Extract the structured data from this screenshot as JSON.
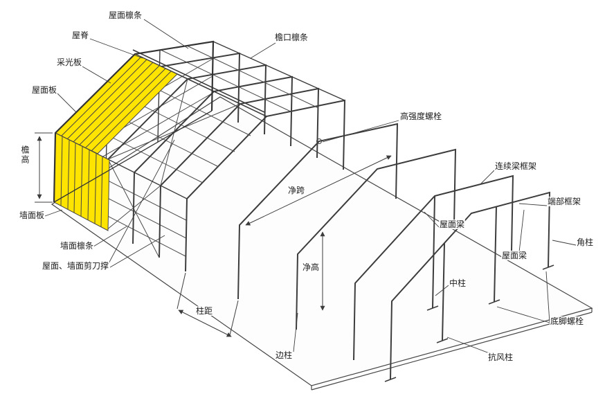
{
  "colors": {
    "panel": "#ffe400",
    "line": "#3c3c3c"
  },
  "labels": {
    "roof_purlin": "屋面檩条",
    "ridge": "屋脊",
    "skylight_panel": "采光板",
    "roof_panel": "屋面板",
    "eave_height": "檐高",
    "wall_panel": "墙面板",
    "wall_purlin": "墙面檩条",
    "bracing": "屋面、墙面剪刀撑",
    "column_spacing": "柱距",
    "side_column": "边柱",
    "eave_purlin": "檐口檩条",
    "high_strength_bolt": "高强度螺栓",
    "clear_span": "净跨",
    "clear_height": "净高",
    "continuous_beam_frame": "连续梁框架",
    "end_frame": "端部框架",
    "roof_beam_1": "屋面梁",
    "roof_beam_2": "屋面梁",
    "corner_column": "角柱",
    "middle_column": "中柱",
    "anchor_bolt": "底脚螺栓",
    "wind_column": "抗风柱"
  }
}
